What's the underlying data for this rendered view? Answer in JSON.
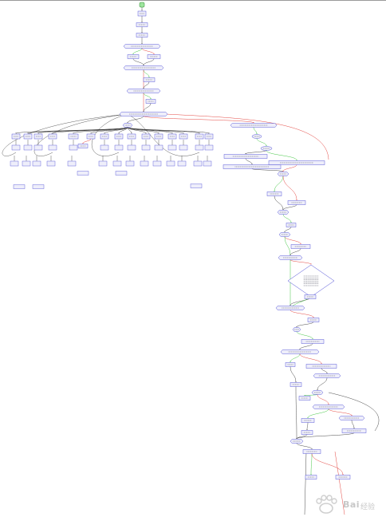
{
  "colors": {
    "node_fill": "#eeeefa",
    "node_stroke": "#4a4ad6",
    "start_fill": "#9ee59e",
    "start_stroke": "#2a8a2a",
    "edge_default": "#333333",
    "edge_true": "#2cbf2c",
    "edge_false": "#e0302a",
    "edge_other": "#6a6ad8"
  },
  "nodes": [
    {
      "id": "start",
      "shape": "start",
      "label": ""
    },
    {
      "id": "n1",
      "shape": "rect",
      "label": ""
    },
    {
      "id": "n2",
      "shape": "rect",
      "label": ""
    },
    {
      "id": "n3",
      "shape": "rect",
      "label": ""
    },
    {
      "id": "d1",
      "shape": "hex",
      "label": ""
    },
    {
      "id": "n4a",
      "shape": "rect",
      "label": ""
    },
    {
      "id": "n4b",
      "shape": "rect",
      "label": ""
    },
    {
      "id": "d2",
      "shape": "hex",
      "label": ""
    },
    {
      "id": "n5",
      "shape": "rect",
      "label": ""
    },
    {
      "id": "d3",
      "shape": "hex",
      "label": ""
    },
    {
      "id": "n6",
      "shape": "rect",
      "label": ""
    },
    {
      "id": "hub",
      "shape": "hex",
      "label": ""
    },
    {
      "id": "sw",
      "shape": "hex",
      "label": ""
    },
    {
      "id": "c1",
      "shape": "rect",
      "label": ""
    },
    {
      "id": "c2",
      "shape": "rect",
      "label": ""
    },
    {
      "id": "c3",
      "shape": "rect",
      "label": ""
    },
    {
      "id": "c4",
      "shape": "rect",
      "label": ""
    },
    {
      "id": "c5",
      "shape": "rect",
      "label": ""
    },
    {
      "id": "c6",
      "shape": "rect",
      "label": ""
    },
    {
      "id": "c7",
      "shape": "rect",
      "label": ""
    },
    {
      "id": "c8",
      "shape": "rect",
      "label": ""
    },
    {
      "id": "c9",
      "shape": "rect",
      "label": ""
    },
    {
      "id": "c10",
      "shape": "rect",
      "label": ""
    },
    {
      "id": "c11",
      "shape": "rect",
      "label": ""
    },
    {
      "id": "c12",
      "shape": "rect",
      "label": ""
    },
    {
      "id": "c13",
      "shape": "rect",
      "label": ""
    },
    {
      "id": "c14",
      "shape": "rect",
      "label": ""
    },
    {
      "id": "c15",
      "shape": "rect",
      "label": ""
    },
    {
      "id": "c16",
      "shape": "rect",
      "label": ""
    },
    {
      "id": "r1",
      "shape": "hex",
      "label": ""
    },
    {
      "id": "r2",
      "shape": "ellipse",
      "label": ""
    },
    {
      "id": "r3",
      "shape": "ellipse",
      "label": ""
    },
    {
      "id": "r4",
      "shape": "rect",
      "label": ""
    },
    {
      "id": "r5",
      "shape": "rect",
      "label": ""
    },
    {
      "id": "r6",
      "shape": "rect",
      "label": ""
    },
    {
      "id": "d4",
      "shape": "hex",
      "label": ""
    },
    {
      "id": "r7",
      "shape": "rect",
      "label": ""
    },
    {
      "id": "r8",
      "shape": "rect",
      "label": ""
    },
    {
      "id": "d5",
      "shape": "hex",
      "label": ""
    },
    {
      "id": "r9",
      "shape": "rect",
      "label": ""
    },
    {
      "id": "d6",
      "shape": "hex",
      "label": ""
    },
    {
      "id": "r10",
      "shape": "rect",
      "label": ""
    },
    {
      "id": "d7",
      "shape": "hex",
      "label": ""
    },
    {
      "id": "big",
      "shape": "diamond",
      "label": ""
    },
    {
      "id": "d8",
      "shape": "hex",
      "label": ""
    },
    {
      "id": "r11",
      "shape": "rect",
      "label": ""
    },
    {
      "id": "r12",
      "shape": "rect",
      "label": ""
    },
    {
      "id": "d9",
      "shape": "hex",
      "label": ""
    },
    {
      "id": "r13",
      "shape": "rect",
      "label": ""
    },
    {
      "id": "d10",
      "shape": "hex",
      "label": ""
    },
    {
      "id": "r14",
      "shape": "rect",
      "label": ""
    },
    {
      "id": "r15",
      "shape": "rect",
      "label": ""
    },
    {
      "id": "r16",
      "shape": "hex",
      "label": ""
    },
    {
      "id": "r17",
      "shape": "rect",
      "label": ""
    },
    {
      "id": "d11",
      "shape": "hex",
      "label": ""
    },
    {
      "id": "r18",
      "shape": "rect",
      "label": ""
    },
    {
      "id": "r19",
      "shape": "hex",
      "label": ""
    },
    {
      "id": "r20",
      "shape": "rect",
      "label": ""
    },
    {
      "id": "d12",
      "shape": "hex",
      "label": ""
    },
    {
      "id": "d13",
      "shape": "hex",
      "label": ""
    },
    {
      "id": "r21",
      "shape": "rect",
      "label": ""
    },
    {
      "id": "r22",
      "shape": "rect",
      "label": ""
    },
    {
      "id": "r23",
      "shape": "rect",
      "label": ""
    },
    {
      "id": "r24",
      "shape": "rect",
      "label": ""
    },
    {
      "id": "r25",
      "shape": "rect",
      "label": ""
    }
  ],
  "watermark": {
    "brand": "Bai",
    "suffix": "经验"
  }
}
